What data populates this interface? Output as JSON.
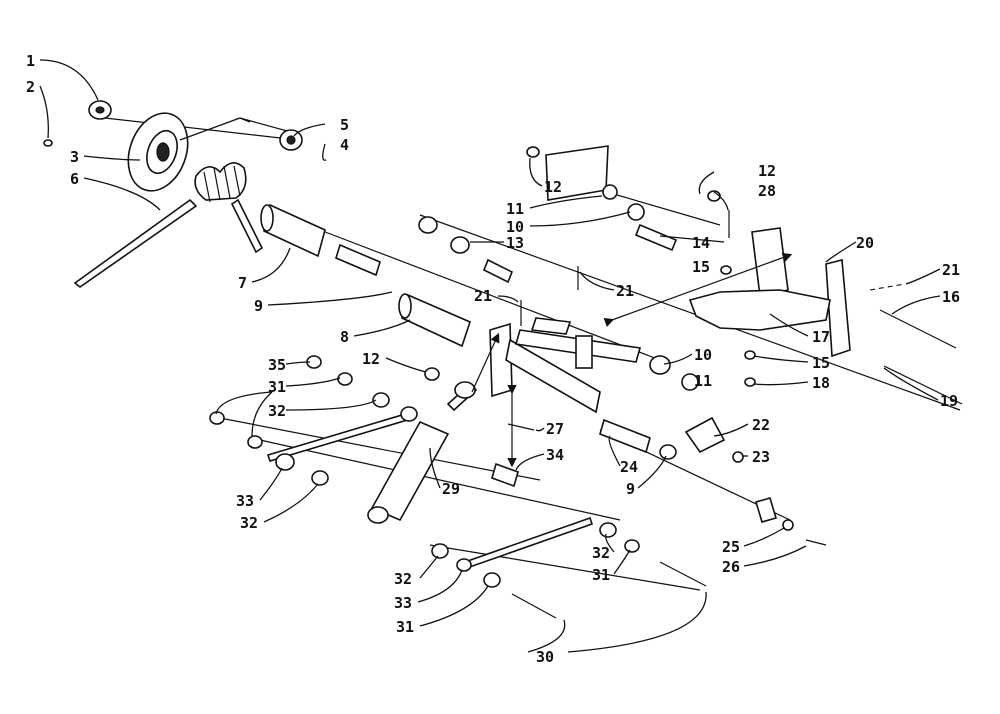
{
  "callouts": [
    "1",
    "2",
    "3",
    "6",
    "5",
    "4",
    "7",
    "9",
    "8",
    "12",
    "11",
    "10",
    "13",
    "21",
    "21",
    "12",
    "28",
    "14",
    "15",
    "20",
    "21",
    "16",
    "17",
    "15",
    "18",
    "19",
    "10",
    "11",
    "22",
    "23",
    "24",
    "9",
    "27",
    "34",
    "29",
    "35",
    "31",
    "32",
    "12",
    "33",
    "32",
    "32",
    "33",
    "31",
    "32",
    "31",
    "30",
    "25",
    "26"
  ]
}
